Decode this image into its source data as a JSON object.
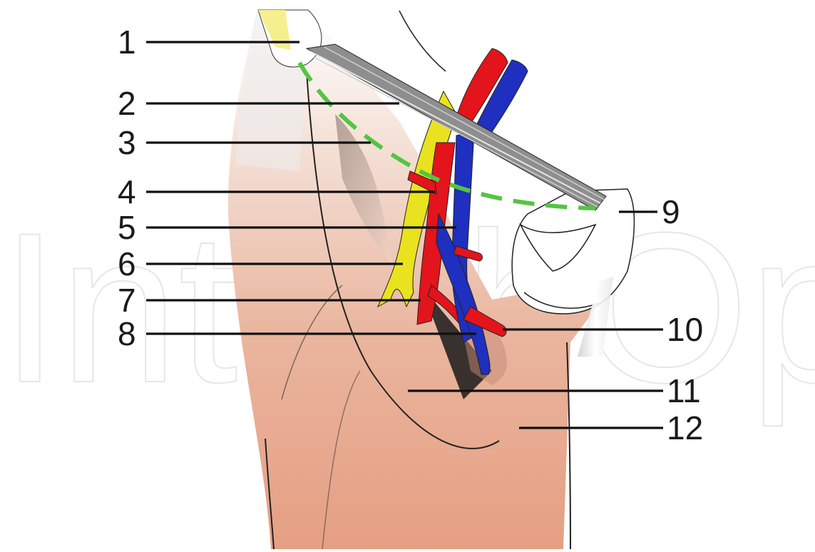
{
  "labels": {
    "l1": "1",
    "l2": "2",
    "l3": "3",
    "l4": "4",
    "l5": "5",
    "l6": "6",
    "l7": "7",
    "l8": "8",
    "l9": "9",
    "l10": "10",
    "l11": "11",
    "l12": "12"
  },
  "watermark": "IntechOpen",
  "colors": {
    "artery": "#e3141b",
    "vein": "#1f2fbf",
    "nerve": "#e9e21e",
    "ligament": "#9a9a9a",
    "dashed_line": "#55c443",
    "muscle": "#eab59e"
  }
}
